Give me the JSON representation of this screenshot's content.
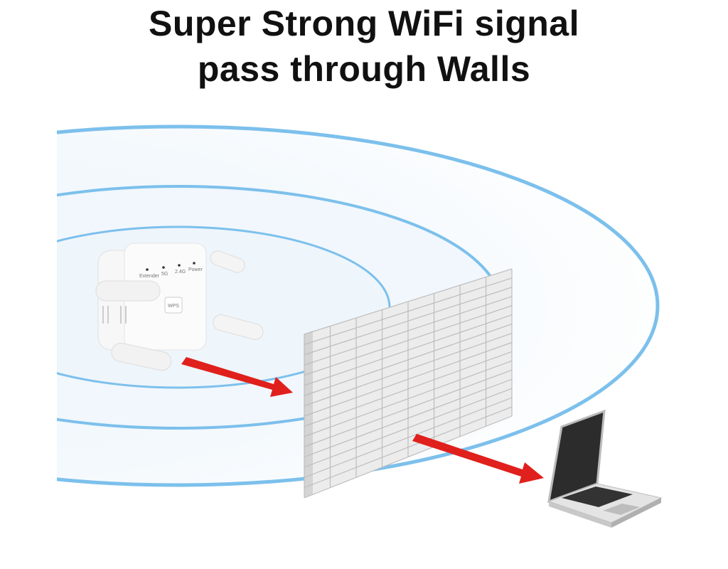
{
  "headline": {
    "line1": "Super Strong WiFi signal",
    "line2": "pass through Walls"
  },
  "device": {
    "indicators": [
      "Extender",
      "5G",
      "2.4G",
      "Power"
    ],
    "wps_button": "WPS"
  },
  "colors": {
    "signal_ring": "#7cc0ec",
    "arrow": "#e0201c",
    "wall": "#e6e6e6"
  }
}
